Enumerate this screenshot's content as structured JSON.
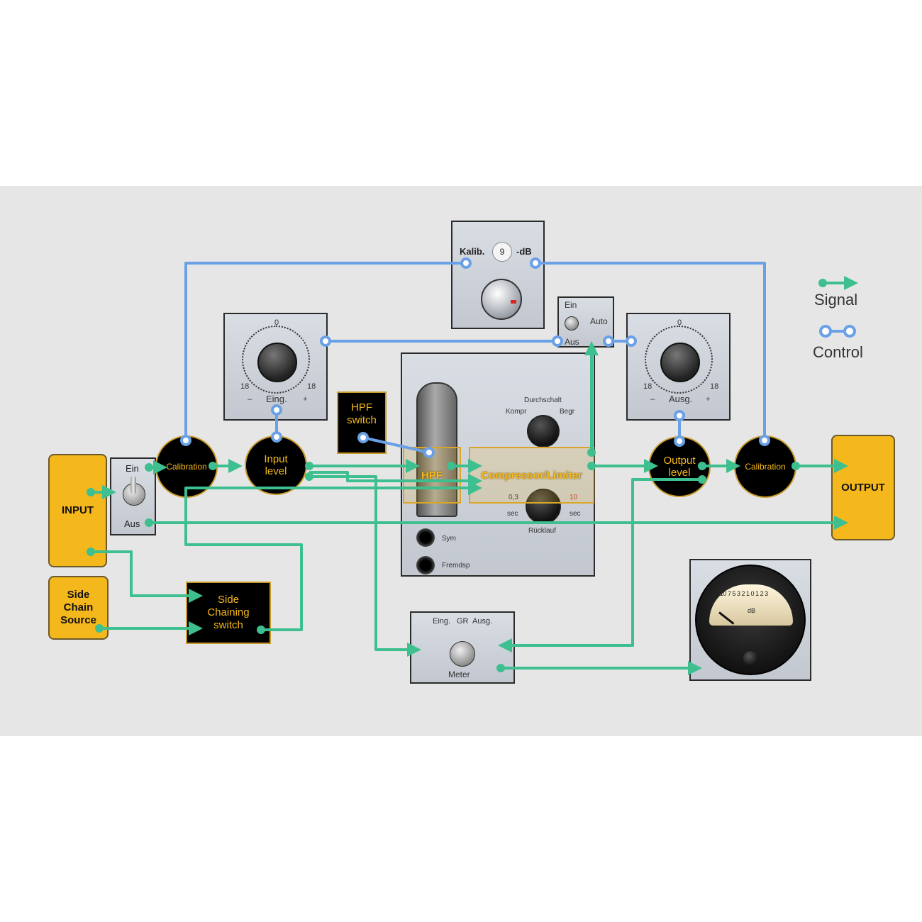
{
  "legend": {
    "signal": "Signal",
    "control": "Control"
  },
  "colors": {
    "signal": "#3dbf8f",
    "control": "#6aa0e6",
    "accent": "#f5b81c",
    "panel_bg": "#e6e6e6"
  },
  "blocks": {
    "input": "INPUT",
    "output": "OUTPUT",
    "side_chain_source": "Side Chain Source",
    "side_chaining_switch": "Side Chaining switch",
    "hpf_switch": "HPF switch",
    "calibration_in": "Calibration",
    "calibration_out": "Calibration",
    "input_level": "Input level",
    "output_level": "Output level",
    "hpf": "HPF",
    "compressor": "Compressor/Limiter"
  },
  "bypass": {
    "ein": "Ein",
    "aus": "Aus"
  },
  "calibration_panel": {
    "kalib": "Kalib.",
    "value": "9",
    "db": "-dB"
  },
  "auto_switch": {
    "ein": "Ein",
    "auto": "Auto",
    "aus": "Aus"
  },
  "input_knob": {
    "zero": "0",
    "left": "18",
    "right": "18",
    "minus": "–",
    "plus": "+",
    "label": "Eing."
  },
  "output_knob": {
    "zero": "0",
    "left": "18",
    "right": "18",
    "minus": "–",
    "plus": "+",
    "label": "Ausg."
  },
  "compressor_panel": {
    "durchschalt": "Durchschalt",
    "kompr": "Kompr",
    "begr": "Begr",
    "t1": "0,3",
    "t2": "10",
    "sec_left": "sec",
    "sec_right": "sec",
    "ruecklauf": "Rücklauf",
    "sym": "Sym",
    "fremdsp": "Fremdsp"
  },
  "meter_switch": {
    "eing": "Eing.",
    "gr": "GR",
    "ausg": "Ausg.",
    "meter": "Meter"
  },
  "vu_meter": {
    "scale": "20 10 7 5 3 2 1 0 1 2 3",
    "unit": "dB"
  }
}
